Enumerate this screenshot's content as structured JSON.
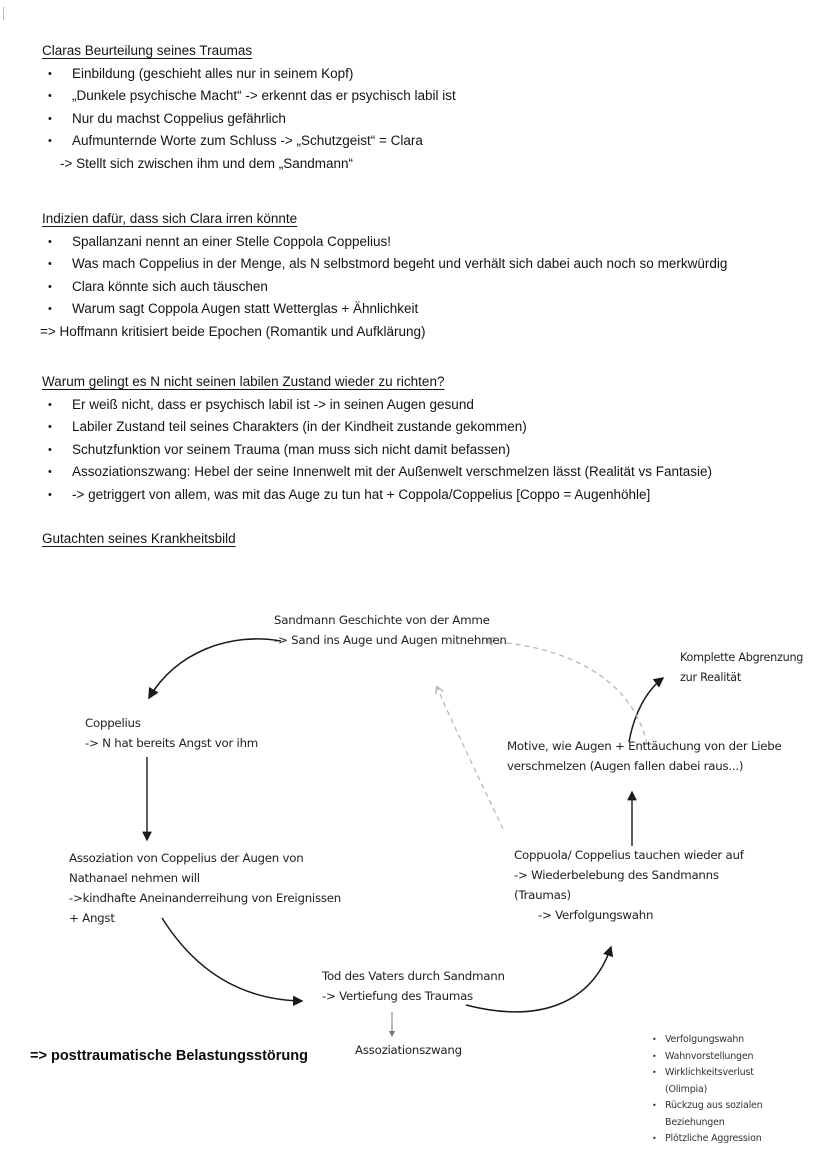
{
  "sections": [
    {
      "heading": "Claras Beurteilung seines Traumas",
      "bullets": [
        "Einbildung (geschieht alles nur in seinem Kopf)",
        "„Dunkele psychische Macht“ -> erkennt das er psychisch labil ist",
        "Nur du machst Coppelius gefährlich",
        "Aufmunternde Worte zum Schluss -> „Schutzgeist“ = Clara"
      ],
      "continuation": "-> Stellt sich zwischen ihm und dem „Sandmann“"
    },
    {
      "heading": "Indizien dafür, dass sich Clara irren könnte",
      "bullets": [
        "Spallanzani nennt an einer Stelle Coppola Coppelius!",
        "Was mach Coppelius in der Menge, als N selbstmord begeht und verhält sich dabei auch noch so merkwürdig",
        "Clara könnte sich auch täuschen",
        "Warum sagt Coppola Augen statt Wetterglas + Ähnlichkeit"
      ],
      "conclusion": "=> Hoffmann kritisiert beide Epochen (Romantik und Aufklärung)"
    },
    {
      "heading": "Warum gelingt es N nicht seinen labilen Zustand wieder zu richten?",
      "bullets": [
        "Er weiß nicht, dass er psychisch labil ist -> in seinen Augen gesund",
        "Labiler Zustand teil seines Charakters (in der Kindheit zustande gekommen)",
        "Schutzfunktion vor seinem Trauma (man muss sich nicht damit befassen)",
        "Assoziationszwang: Hebel der seine Innenwelt mit der Außenwelt verschmelzen lässt (Realität vs Fantasie)",
        "-> getriggert von allem, was mit das Auge zu tun hat + Coppola/Coppelius [Coppo = Augenhöhle]"
      ]
    },
    {
      "heading": "Gutachten seines Krankheitsbild"
    }
  ],
  "diagram": {
    "nodes": {
      "sandmann": {
        "line1": "Sandmann Geschichte von der Amme",
        "line2": "-> Sand ins Auge und Augen mitnehmen"
      },
      "komplette": {
        "line1": "Komplette Abgrenzung",
        "line2": "zur Realität"
      },
      "coppelius": {
        "line1": "Coppelius",
        "line2": "-> N hat bereits Angst vor ihm"
      },
      "motive": {
        "line1": "Motive, wie Augen + Enttäuchung von der Liebe",
        "line2": "verschmelzen (Augen fallen dabei raus...)"
      },
      "assoziation": {
        "line1": "Assoziation von Coppelius der Augen von",
        "line2": "Nathanael nehmen will",
        "line3": "->kindhafte Aneinanderreihung von Ereignissen",
        "line4": "+ Angst"
      },
      "coppuola": {
        "line1": "Coppuola/ Coppelius tauchen wieder auf",
        "line2": "-> Wiederbelebung des Sandmanns",
        "line3": "(Traumas)",
        "line4": "-> Verfolgungswahn"
      },
      "tod": {
        "line1": "Tod des Vaters durch Sandmann",
        "line2": "-> Vertiefung des Traumas"
      },
      "assoziationszwang": {
        "line1": "Assoziationszwang"
      }
    },
    "symptoms": [
      "Verfolgungswahn",
      "Wahnvorstellungen",
      "Wirklichkeitsverlust (Olimpia)",
      "Rückzug aus sozialen Beziehungen",
      "Plötzliche Aggression"
    ]
  },
  "conclusion": "=> posttraumatische Belastungsstörung",
  "colors": {
    "ink": "#1a1a1a",
    "dashed": "#b3b3b3"
  }
}
